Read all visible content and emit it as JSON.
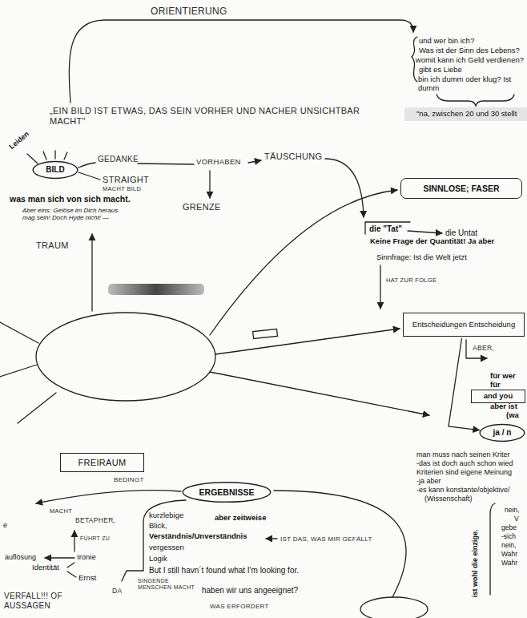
{
  "diagram": {
    "nodes": [
      {
        "text": [
          "BILD"
        ]
      },
      {
        "text": [
          "SINNLOSE; FASER"
        ]
      },
      {
        "text": [
          "Entscheidungen Entscheidung"
        ]
      },
      {
        "text": [
          "and you"
        ]
      },
      {
        "text": [
          "ja / n"
        ]
      },
      {
        "text": [
          "FREIRAUM"
        ]
      },
      {
        "text": [
          "ERGEBNISSE"
        ]
      }
    ],
    "edges": [
      {
        "from": 2,
        "to": 4,
        "arrow": "to"
      }
    ],
    "labels": [
      "ORIENTIERUNG",
      "und wer bin ich?",
      "Was ist der Sinn des Lebens?",
      "womit kann ich Geld verdienen?",
      "gibt es Liebe",
      "bin ich dumm oder klug? Ist dumm",
      "\"na, zwischen 20 und 30 stellt",
      "„EIN BILD IST ETWAS, DAS SEIN VORHER UND NACHER UNSICHTBAR MACHT\"",
      "Leiden",
      "GEDANKE",
      "VORHABEN",
      "TÄUSCHUNG",
      "GRENZE",
      "STRAIGHT",
      "MACHT BILD",
      "was man sich von sich macht.",
      "Aber eins: Gelöse im Dich heraus mag sein! Doch Hyde nicht! —",
      "TRAUM",
      "die \"Tat\"",
      "die Untat",
      "Keine Frage der Quantität! Ja aber",
      "Sinnfrage: Ist die Welt jetzt",
      "HAT ZUR FOLGE",
      "ABER,",
      "für wer",
      "für",
      "aber ist",
      "(wa",
      "man muss nach seinen Kriter",
      "-das ist doch auch schon wied",
      "Kriterien sind eigene Meinung",
      "-ja aber",
      "-es kann konstante/objektive/",
      "(Wissenschaft)",
      "nein,",
      "V",
      "gebe",
      "-sich",
      "nein,",
      "Wahr",
      "Wahr",
      "ist wohl die einzige.",
      "BEDINGT",
      "MACHT",
      "BETAPHER,",
      "FÜHRT ZU",
      "auflösung",
      "Ironie",
      "Identität",
      "Ernst",
      "e",
      "VERFALL!!! OF AUSSAGEN",
      "kurzlebige",
      "aber zeitweise",
      "Blick,",
      "Verständnis/Unverständnis",
      "IST DAS, WAS MIR GEFÄLLT",
      "vergessen",
      "Logik",
      "But I still havn´t found what I'm looking for.",
      "DA",
      "SINGENDE MENSCHEN MACHT",
      "haben wir uns angeeignet?",
      "WAS ERFORDERT"
    ]
  }
}
